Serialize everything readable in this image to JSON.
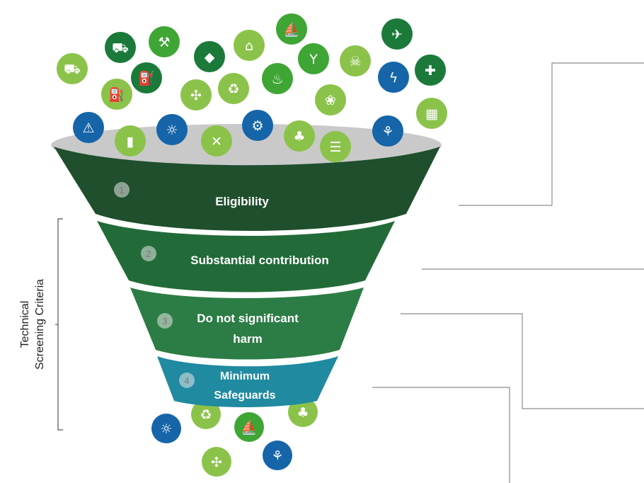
{
  "colors": {
    "rim": "#c9c9c9",
    "band1": "#1f4f2c",
    "band2": "#226b38",
    "band3": "#2c7d45",
    "band4": "#1f8aa0",
    "icon_light_green": "#8bc34a",
    "icon_green": "#3fa535",
    "icon_dark_green": "#1b7a3a",
    "icon_blue": "#1565a8",
    "connector": "#8c8c8c"
  },
  "stages": [
    {
      "number": "1",
      "label_lines": [
        "Eligibility"
      ]
    },
    {
      "number": "2",
      "label_lines": [
        "Substantial contribution"
      ]
    },
    {
      "number": "3",
      "label_lines": [
        "Do not significant",
        "harm"
      ]
    },
    {
      "number": "4",
      "label_lines": [
        "Minimum",
        "Safeguards"
      ]
    }
  ],
  "bracket_label": {
    "lines": [
      "Technical",
      "Screening Criteria"
    ]
  },
  "icons_top": [
    {
      "name": "truck-icon",
      "color": "icon_light_green"
    },
    {
      "name": "delivery-truck-icon",
      "color": "icon_dark_green"
    },
    {
      "name": "crane-icon",
      "color": "icon_green"
    },
    {
      "name": "diamond-icon",
      "color": "icon_dark_green"
    },
    {
      "name": "factory-icon",
      "color": "icon_light_green"
    },
    {
      "name": "sailboat-icon",
      "color": "icon_green"
    },
    {
      "name": "cocktail-icon",
      "color": "icon_green"
    },
    {
      "name": "skull-icon",
      "color": "icon_light_green"
    },
    {
      "name": "airplane-icon",
      "color": "icon_dark_green"
    },
    {
      "name": "oil-pump-icon",
      "color": "icon_light_green"
    },
    {
      "name": "fuel-pump-icon",
      "color": "icon_dark_green"
    },
    {
      "name": "wind-turbine-icon",
      "color": "icon_light_green"
    },
    {
      "name": "recycle-icon",
      "color": "icon_light_green"
    },
    {
      "name": "fire-icon",
      "color": "icon_green"
    },
    {
      "name": "rabbit-icon",
      "color": "icon_light_green"
    },
    {
      "name": "lightning-icon",
      "color": "icon_blue"
    },
    {
      "name": "medical-icon",
      "color": "icon_dark_green"
    },
    {
      "name": "warning-icon",
      "color": "icon_blue"
    },
    {
      "name": "chimney-icon",
      "color": "icon_light_green"
    },
    {
      "name": "sun-icon",
      "color": "icon_blue"
    },
    {
      "name": "bone-icon",
      "color": "icon_light_green"
    },
    {
      "name": "tractor-icon",
      "color": "icon_blue"
    },
    {
      "name": "tree-icon",
      "color": "icon_light_green"
    },
    {
      "name": "shelves-icon",
      "color": "icon_light_green"
    },
    {
      "name": "sprout-icon",
      "color": "icon_blue"
    },
    {
      "name": "building-icon",
      "color": "icon_light_green"
    }
  ],
  "icons_bottom": [
    {
      "name": "recycle-icon",
      "color": "icon_light_green"
    },
    {
      "name": "tree-icon",
      "color": "icon_light_green"
    },
    {
      "name": "sun-icon",
      "color": "icon_blue"
    },
    {
      "name": "sailboat-icon",
      "color": "icon_green"
    },
    {
      "name": "wind-turbine-icon",
      "color": "icon_light_green"
    },
    {
      "name": "sprout-icon",
      "color": "icon_blue"
    }
  ]
}
